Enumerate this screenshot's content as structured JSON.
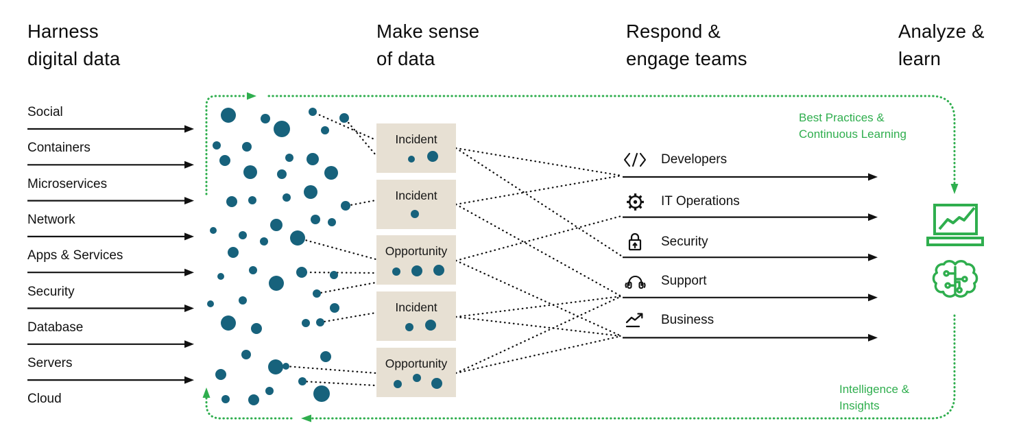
{
  "columns": [
    {
      "line1": "Harness",
      "line2": "digital data"
    },
    {
      "line1": "Make sense",
      "line2": "of data"
    },
    {
      "line1": "Respond &",
      "line2": "engage teams"
    },
    {
      "line1": "Analyze &",
      "line2": "learn"
    }
  ],
  "sources": {
    "items": [
      {
        "label": "Social",
        "arrow": true
      },
      {
        "label": "Containers",
        "arrow": true
      },
      {
        "label": "Microservices",
        "arrow": true
      },
      {
        "label": "Network",
        "arrow": true
      },
      {
        "label": "Apps & Services",
        "arrow": true
      },
      {
        "label": "Security",
        "arrow": true
      },
      {
        "label": "Database",
        "arrow": true
      },
      {
        "label": "Servers",
        "arrow": true
      },
      {
        "label": "Cloud",
        "arrow": false
      }
    ]
  },
  "boxes": [
    {
      "label": "Incident",
      "dots": [
        [
          51,
          52,
          5
        ],
        [
          82,
          48,
          8
        ]
      ]
    },
    {
      "label": "Incident",
      "dots": [
        [
          56,
          50,
          6
        ]
      ]
    },
    {
      "label": "Opportunity",
      "dots": [
        [
          29,
          53,
          6
        ],
        [
          59,
          52,
          8
        ],
        [
          91,
          51,
          8
        ]
      ]
    },
    {
      "label": "Incident",
      "dots": [
        [
          48,
          52,
          6
        ],
        [
          79,
          49,
          8
        ]
      ]
    },
    {
      "label": "Opportunity",
      "dots": [
        [
          31,
          53,
          6
        ],
        [
          59,
          44,
          6
        ],
        [
          88,
          52,
          8
        ]
      ]
    }
  ],
  "teams": {
    "items": [
      {
        "icon": "code-icon",
        "label": "Developers"
      },
      {
        "icon": "gear-icon",
        "label": "IT Operations"
      },
      {
        "icon": "lock-icon",
        "label": "Security"
      },
      {
        "icon": "headset-icon",
        "label": "Support"
      },
      {
        "icon": "trend-icon",
        "label": "Business"
      }
    ]
  },
  "feedback": {
    "top_label": [
      "Best Practices &",
      "Continuous Learning"
    ],
    "bottom_label": [
      "Intelligence &",
      "Insights"
    ]
  },
  "analyze_icons": [
    "laptop-analytics-icon",
    "brain-ai-icon"
  ],
  "colors": {
    "dot_teal": "#17627C",
    "box_beige": "#E7E0D3",
    "green": "#2FAE4E",
    "ink": "#111111"
  },
  "scatter_dots": [
    [
      333,
      168,
      11
    ],
    [
      387,
      173,
      7
    ],
    [
      411,
      188,
      12
    ],
    [
      456,
      163,
      6
    ],
    [
      502,
      172,
      7
    ],
    [
      474,
      190,
      6
    ],
    [
      316,
      212,
      6
    ],
    [
      360,
      214,
      7
    ],
    [
      328,
      234,
      8
    ],
    [
      422,
      230,
      6
    ],
    [
      456,
      232,
      9
    ],
    [
      483,
      252,
      10
    ],
    [
      365,
      251,
      10
    ],
    [
      411,
      254,
      7
    ],
    [
      453,
      280,
      10
    ],
    [
      418,
      288,
      6
    ],
    [
      338,
      294,
      8
    ],
    [
      368,
      292,
      6
    ],
    [
      504,
      300,
      7
    ],
    [
      311,
      336,
      5
    ],
    [
      403,
      328,
      9
    ],
    [
      460,
      320,
      7
    ],
    [
      484,
      324,
      6
    ],
    [
      354,
      343,
      6
    ],
    [
      385,
      352,
      6
    ],
    [
      434,
      347,
      11
    ],
    [
      340,
      368,
      8
    ],
    [
      322,
      403,
      5
    ],
    [
      369,
      394,
      6
    ],
    [
      403,
      413,
      11
    ],
    [
      487,
      401,
      6
    ],
    [
      307,
      443,
      5
    ],
    [
      354,
      438,
      6
    ],
    [
      488,
      449,
      7
    ],
    [
      333,
      471,
      11
    ],
    [
      374,
      479,
      8
    ],
    [
      446,
      471,
      6
    ],
    [
      475,
      520,
      8
    ],
    [
      402,
      535,
      11
    ],
    [
      359,
      517,
      7
    ],
    [
      322,
      546,
      8
    ],
    [
      393,
      570,
      6
    ],
    [
      329,
      582,
      6
    ],
    [
      370,
      583,
      8
    ],
    [
      469,
      574,
      12
    ],
    [
      440,
      397,
      8
    ],
    [
      462,
      428,
      6
    ],
    [
      467,
      470,
      6
    ],
    [
      417,
      534,
      5
    ],
    [
      441,
      556,
      6
    ]
  ],
  "connectors": {
    "dots_to_boxes": [
      [
        460,
        165,
        548,
        204
      ],
      [
        504,
        174,
        548,
        226
      ],
      [
        506,
        300,
        548,
        292
      ],
      [
        434,
        347,
        548,
        378
      ],
      [
        440,
        397,
        548,
        398
      ],
      [
        462,
        428,
        548,
        412
      ],
      [
        467,
        470,
        548,
        456
      ],
      [
        417,
        534,
        548,
        544
      ],
      [
        441,
        556,
        548,
        562
      ]
    ],
    "boxes_to_teams": [
      [
        665,
        216,
        906,
        256
      ],
      [
        665,
        216,
        906,
        373
      ],
      [
        665,
        298,
        906,
        256
      ],
      [
        665,
        298,
        906,
        432
      ],
      [
        665,
        380,
        906,
        315
      ],
      [
        665,
        380,
        906,
        490
      ],
      [
        665,
        462,
        906,
        432
      ],
      [
        665,
        462,
        906,
        490
      ],
      [
        665,
        544,
        906,
        432
      ],
      [
        665,
        544,
        906,
        490
      ]
    ]
  }
}
